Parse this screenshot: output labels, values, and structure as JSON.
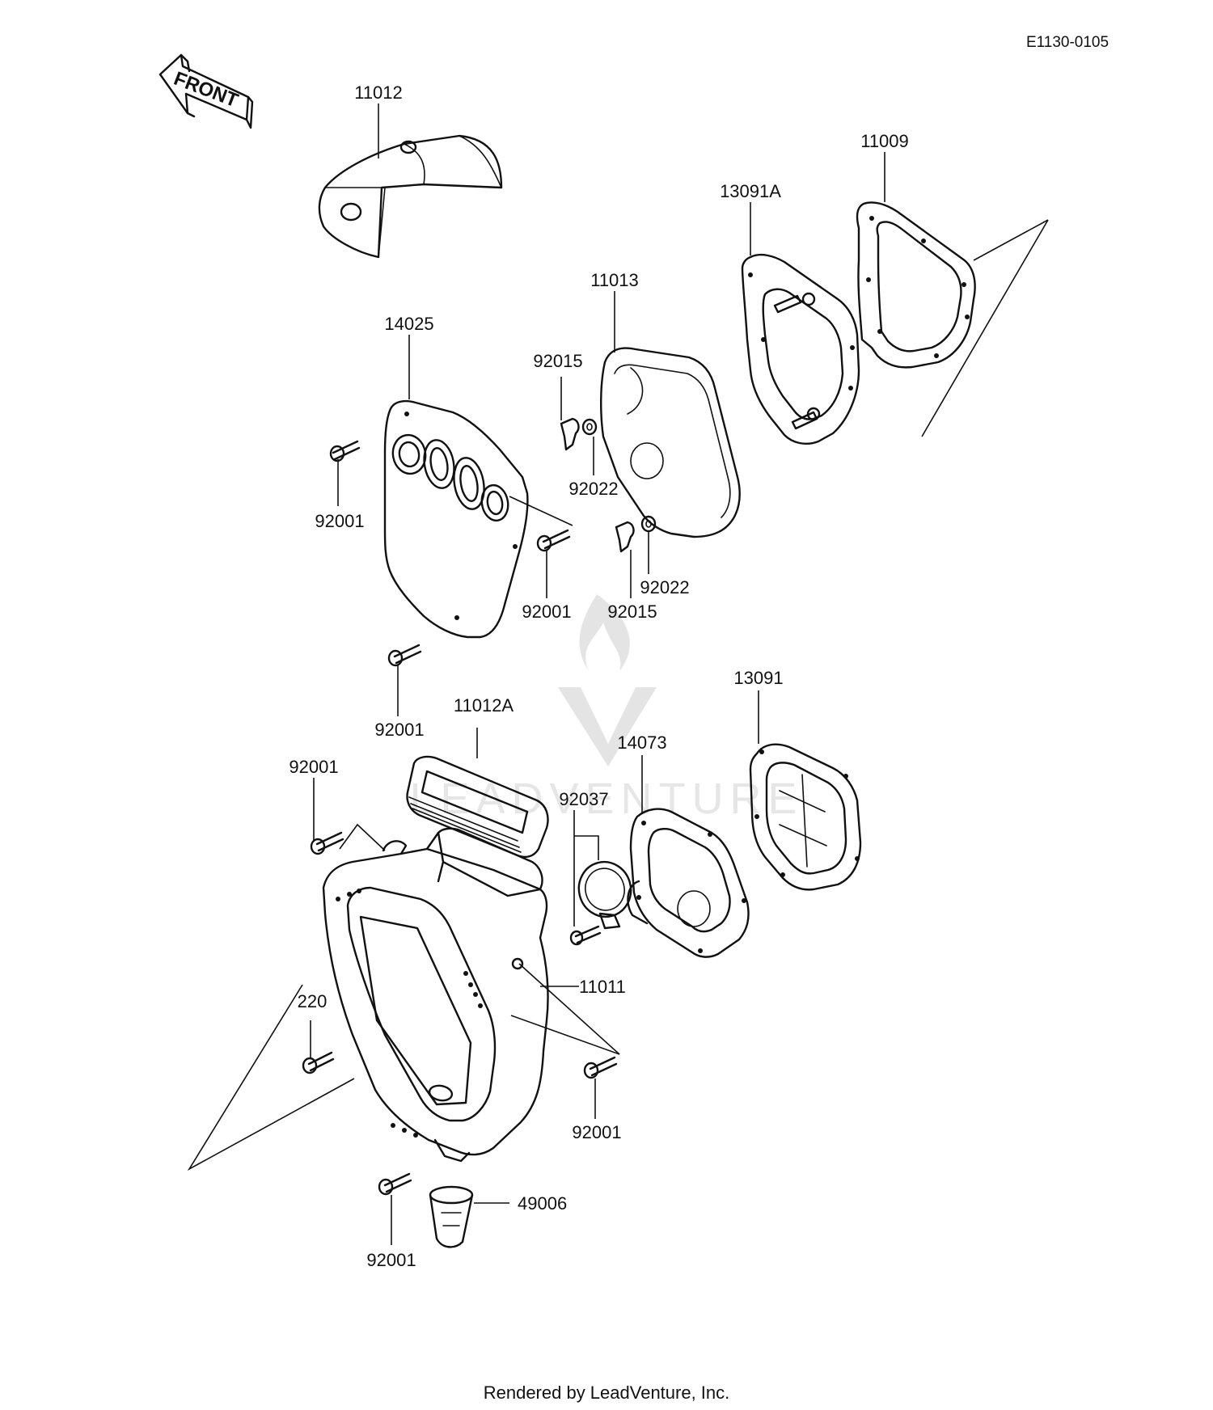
{
  "diagram_code": "E1130-0105",
  "direction_label": "FRONT",
  "footer": "Rendered by LeadVenture, Inc.",
  "watermark": "LEADVENTURE",
  "callouts": [
    {
      "id": "callout-11012",
      "label": "11012"
    },
    {
      "id": "callout-11009",
      "label": "11009"
    },
    {
      "id": "callout-13091a",
      "label": "13091A"
    },
    {
      "id": "callout-11013",
      "label": "11013"
    },
    {
      "id": "callout-14025",
      "label": "14025"
    },
    {
      "id": "callout-92015-upper",
      "label": "92015"
    },
    {
      "id": "callout-92022-upper",
      "label": "92022"
    },
    {
      "id": "callout-92001-left",
      "label": "92001"
    },
    {
      "id": "callout-92001-cover",
      "label": "92001"
    },
    {
      "id": "callout-92022-lower",
      "label": "92022"
    },
    {
      "id": "callout-92015-lower",
      "label": "92015"
    },
    {
      "id": "callout-92001-mid",
      "label": "92001"
    },
    {
      "id": "callout-11012a",
      "label": "11012A"
    },
    {
      "id": "callout-13091",
      "label": "13091"
    },
    {
      "id": "callout-14073",
      "label": "14073"
    },
    {
      "id": "callout-92001-box",
      "label": "92001"
    },
    {
      "id": "callout-92037",
      "label": "92037"
    },
    {
      "id": "callout-11011",
      "label": "11011"
    },
    {
      "id": "callout-220",
      "label": "220"
    },
    {
      "id": "callout-92001-right",
      "label": "92001"
    },
    {
      "id": "callout-49006",
      "label": "49006"
    },
    {
      "id": "callout-92001-bottom",
      "label": "92001"
    }
  ]
}
